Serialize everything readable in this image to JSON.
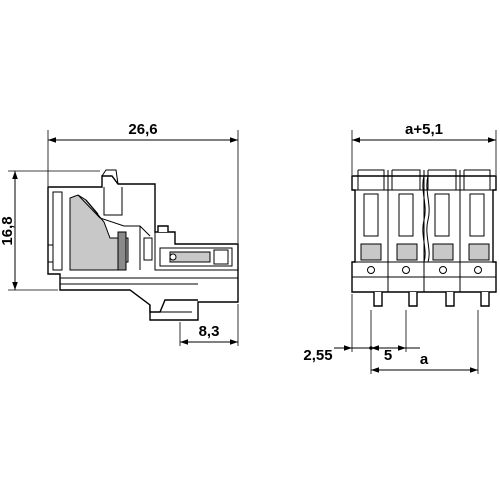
{
  "side_view": {
    "width_label": "26,6",
    "height_label": "16,8",
    "offset_label": "8,3"
  },
  "front_view": {
    "width_label": "a+5,1",
    "edge_offset_label": "2,55",
    "pitch_label": "5",
    "pitch_total_label": "a"
  },
  "colors": {
    "line": "#000000",
    "fill_grey": "#c8c8c8",
    "fill_dark": "#8a8a8a"
  }
}
